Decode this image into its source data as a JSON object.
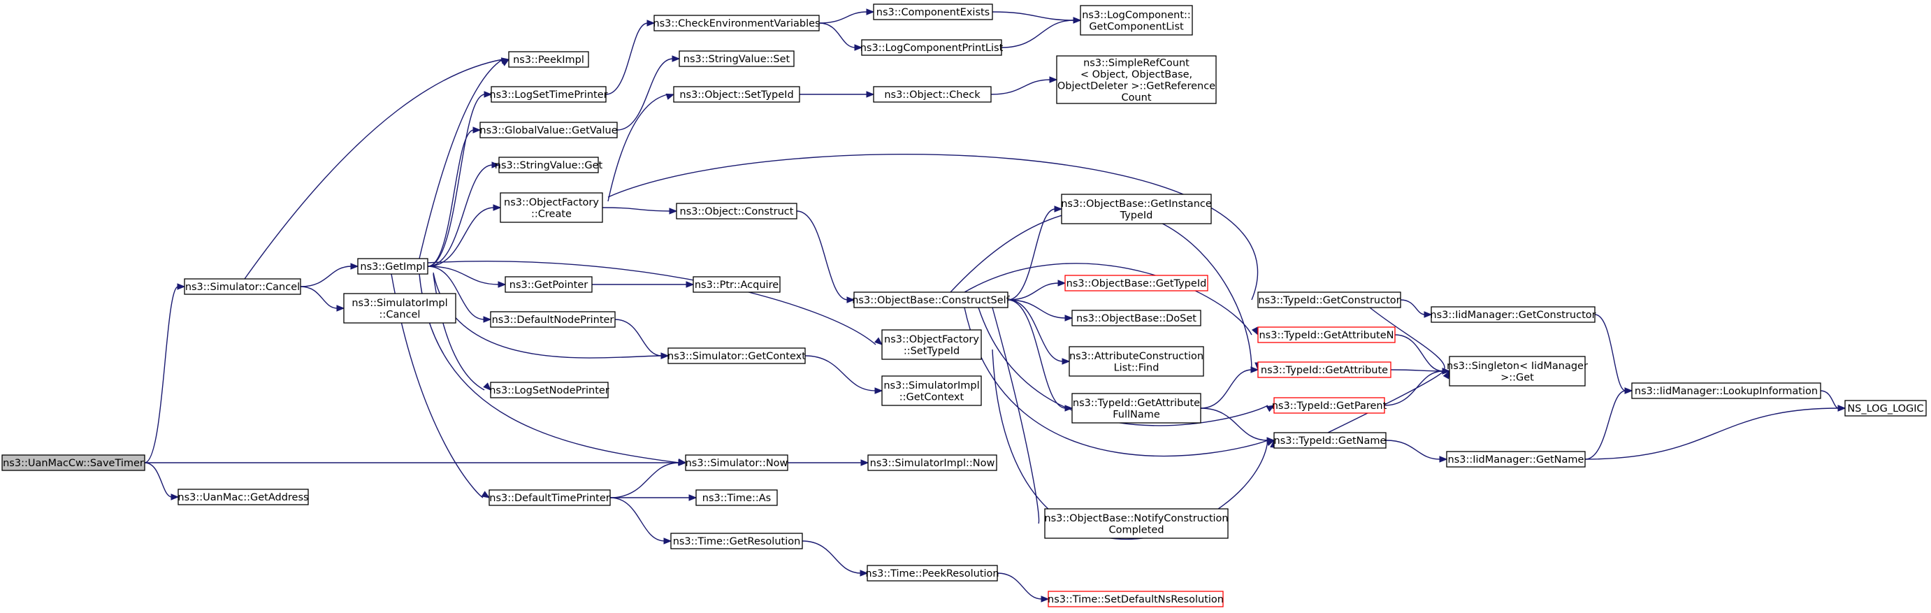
{
  "graph": {
    "nodes": [
      {
        "id": "savetimer",
        "lines": [
          "ns3::UanMacCw::SaveTimer"
        ],
        "root": true
      },
      {
        "id": "getaddress",
        "lines": [
          "ns3::UanMac::GetAddress"
        ]
      },
      {
        "id": "simcancel",
        "lines": [
          "ns3::Simulator::Cancel"
        ]
      },
      {
        "id": "getimpl",
        "lines": [
          "ns3::GetImpl"
        ]
      },
      {
        "id": "simimplcancel",
        "lines": [
          "ns3::SimulatorImpl",
          "::Cancel"
        ]
      },
      {
        "id": "peekimpl",
        "lines": [
          "ns3::PeekImpl"
        ]
      },
      {
        "id": "logsettimeprinter",
        "lines": [
          "ns3::LogSetTimePrinter"
        ]
      },
      {
        "id": "gvgetvalue",
        "lines": [
          "ns3::GlobalValue::GetValue"
        ]
      },
      {
        "id": "strvalget",
        "lines": [
          "ns3::StringValue::Get"
        ]
      },
      {
        "id": "objfactcreate",
        "lines": [
          "ns3::ObjectFactory",
          "::Create"
        ]
      },
      {
        "id": "getpointer",
        "lines": [
          "ns3::GetPointer"
        ]
      },
      {
        "id": "defnodeprinter",
        "lines": [
          "ns3::DefaultNodePrinter"
        ]
      },
      {
        "id": "logsetnodeprinter",
        "lines": [
          "ns3::LogSetNodePrinter"
        ]
      },
      {
        "id": "deftimeprinter",
        "lines": [
          "ns3::DefaultTimePrinter"
        ]
      },
      {
        "id": "checkenv",
        "lines": [
          "ns3::CheckEnvironmentVariables"
        ]
      },
      {
        "id": "strvalset",
        "lines": [
          "ns3::StringValue::Set"
        ]
      },
      {
        "id": "objsettypeid",
        "lines": [
          "ns3::Object::SetTypeId"
        ]
      },
      {
        "id": "objconstruct",
        "lines": [
          "ns3::Object::Construct"
        ]
      },
      {
        "id": "ptracquire",
        "lines": [
          "ns3::Ptr::Acquire"
        ]
      },
      {
        "id": "simgetcontext",
        "lines": [
          "ns3::Simulator::GetContext"
        ]
      },
      {
        "id": "simnow",
        "lines": [
          "ns3::Simulator::Now"
        ]
      },
      {
        "id": "timeas",
        "lines": [
          "ns3::Time::As"
        ]
      },
      {
        "id": "timegetres",
        "lines": [
          "ns3::Time::GetResolution"
        ]
      },
      {
        "id": "compexists",
        "lines": [
          "ns3::ComponentExists"
        ]
      },
      {
        "id": "logcompprintlist",
        "lines": [
          "ns3::LogComponentPrintList"
        ]
      },
      {
        "id": "objcheck",
        "lines": [
          "ns3::Object::Check"
        ]
      },
      {
        "id": "obconstructself",
        "lines": [
          "ns3::ObjectBase::ConstructSelf"
        ]
      },
      {
        "id": "objfactsettypeid",
        "lines": [
          "ns3::ObjectFactory",
          "::SetTypeId"
        ]
      },
      {
        "id": "simimplgetcontext",
        "lines": [
          "ns3::SimulatorImpl",
          "::GetContext"
        ]
      },
      {
        "id": "simimplnow",
        "lines": [
          "ns3::SimulatorImpl::Now"
        ]
      },
      {
        "id": "timepeekres",
        "lines": [
          "ns3::Time::PeekResolution"
        ]
      },
      {
        "id": "logcompgetlist",
        "lines": [
          "ns3::LogComponent::",
          "GetComponentList"
        ]
      },
      {
        "id": "simplerefcount",
        "lines": [
          "ns3::SimpleRefCount",
          "< Object, ObjectBase,",
          " ObjectDeleter >::GetReference",
          "Count"
        ]
      },
      {
        "id": "obgetinstancetypeid",
        "lines": [
          "ns3::ObjectBase::GetInstance",
          "TypeId"
        ]
      },
      {
        "id": "obgettypeid",
        "lines": [
          "ns3::ObjectBase::GetTypeId"
        ],
        "truncated": true
      },
      {
        "id": "obdoset",
        "lines": [
          "ns3::ObjectBase::DoSet"
        ]
      },
      {
        "id": "attrconstrfind",
        "lines": [
          "ns3::AttributeConstruction",
          "List::Find"
        ]
      },
      {
        "id": "tidgetattrfullname",
        "lines": [
          "ns3::TypeId::GetAttribute",
          "FullName"
        ]
      },
      {
        "id": "obnotifyconstr",
        "lines": [
          "ns3::ObjectBase::NotifyConstruction",
          "Completed"
        ]
      },
      {
        "id": "timesetdefaultns",
        "lines": [
          "ns3::Time::SetDefaultNsResolution"
        ],
        "truncated": true
      },
      {
        "id": "tidgetconstructor",
        "lines": [
          "ns3::TypeId::GetConstructor"
        ]
      },
      {
        "id": "tidgetattributen",
        "lines": [
          "ns3::TypeId::GetAttributeN"
        ],
        "truncated": true
      },
      {
        "id": "tidgetattribute",
        "lines": [
          "ns3::TypeId::GetAttribute"
        ],
        "truncated": true
      },
      {
        "id": "tidgetparent",
        "lines": [
          "ns3::TypeId::GetParent"
        ],
        "truncated": true
      },
      {
        "id": "tidgetname",
        "lines": [
          "ns3::TypeId::GetName"
        ]
      },
      {
        "id": "iidgetconstructor",
        "lines": [
          "ns3::IidManager::GetConstructor"
        ]
      },
      {
        "id": "singletonget",
        "lines": [
          "ns3::Singleton< IidManager",
          " >::Get"
        ]
      },
      {
        "id": "iidgetname",
        "lines": [
          "ns3::IidManager::GetName"
        ]
      },
      {
        "id": "iidlookup",
        "lines": [
          "ns3::IidManager::LookupInformation"
        ]
      },
      {
        "id": "nsloglogic",
        "lines": [
          "NS_LOG_LOGIC"
        ]
      }
    ]
  }
}
